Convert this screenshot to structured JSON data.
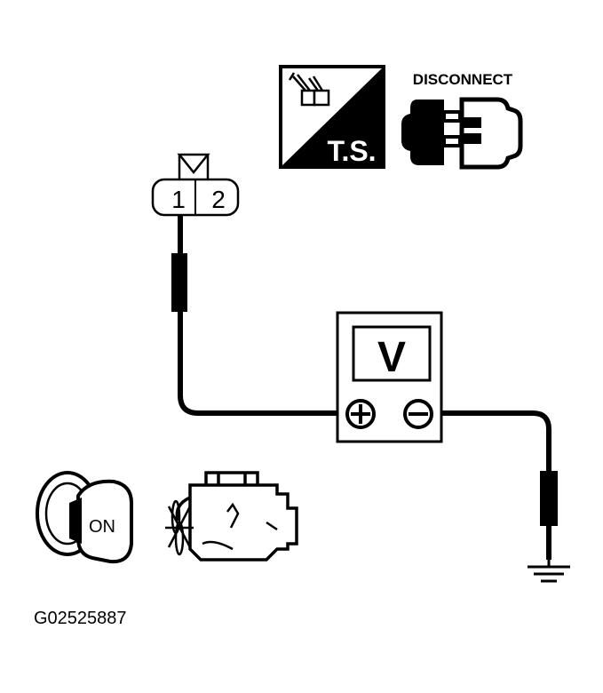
{
  "icons": {
    "ts_badge": {
      "name": "ts-icon",
      "text": "T.S."
    },
    "disconnect": {
      "name": "disconnect-connector-icon",
      "label": "DISCONNECT"
    },
    "ignition": {
      "name": "ignition-key-icon",
      "text": "ON"
    },
    "engine": {
      "name": "engine-stopped-icon"
    },
    "ground": {
      "name": "ground-symbol-icon"
    }
  },
  "connector": {
    "pins": [
      "1",
      "2"
    ]
  },
  "voltmeter": {
    "display": "V",
    "positive_terminal": "+",
    "negative_terminal": "−"
  },
  "figure_id": "G02525887",
  "colors": {
    "ink": "#000000",
    "paper": "#ffffff"
  }
}
